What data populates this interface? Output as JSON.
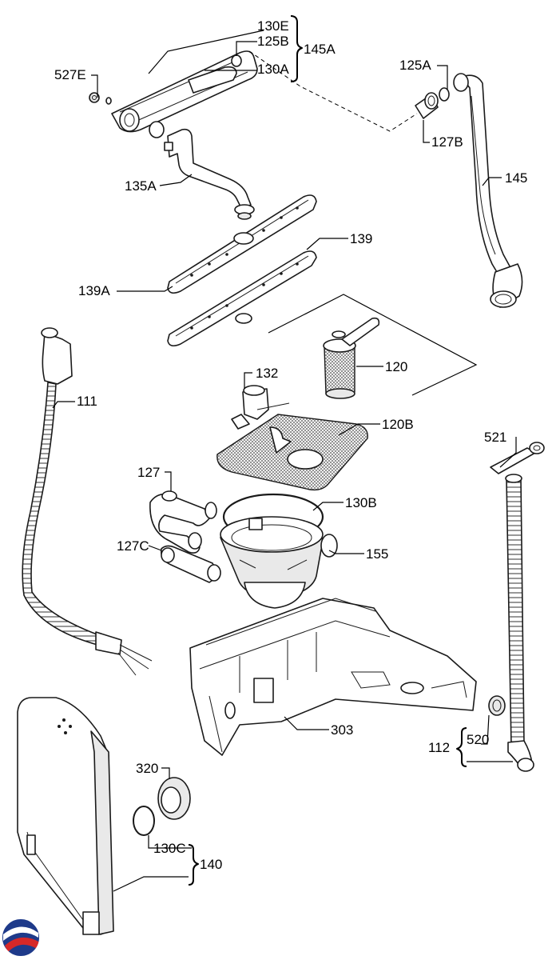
{
  "diagram": {
    "labels": {
      "l130E": "130E",
      "l125B": "125B",
      "l145A": "145A",
      "l130A": "130A",
      "l527E": "527E",
      "l125A": "125A",
      "l127B": "127B",
      "l145": "145",
      "l135A": "135A",
      "l139": "139",
      "l139A": "139A",
      "l111": "111",
      "l132": "132",
      "l120": "120",
      "l120B": "120B",
      "l127": "127",
      "l130B": "130B",
      "l127C": "127C",
      "l155": "155",
      "l521": "521",
      "l303": "303",
      "l520": "520",
      "l112": "112",
      "l320": "320",
      "l130C": "130C",
      "l140": "140"
    },
    "colors": {
      "stroke": "#1a1a1a",
      "fill": "#ffffff",
      "shade": "#e9e9e9",
      "logo_blue": "#1e3a8a",
      "logo_red": "#d62828"
    }
  }
}
